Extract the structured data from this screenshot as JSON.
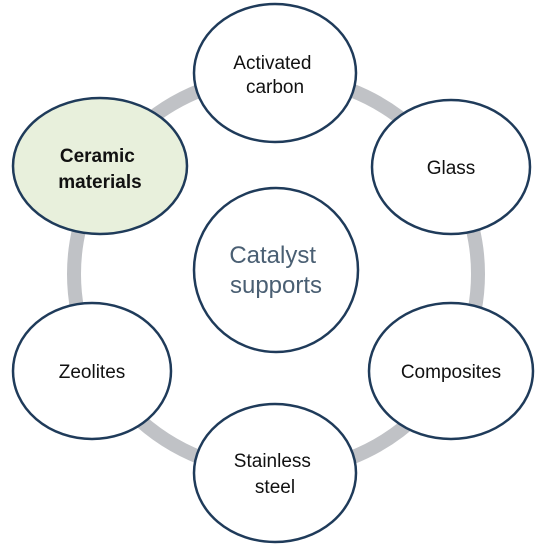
{
  "colors": {
    "ring": "#c0c2c6",
    "highlight_fill": "#e8f0dc",
    "outline": "#1f3b5a",
    "center_text": "#4a5f73"
  },
  "center": {
    "line1": "Catalyst",
    "line2": "supports"
  },
  "nodes": [
    {
      "id": "activated-carbon",
      "line1": "Activated",
      "line2": "carbon",
      "highlight": false
    },
    {
      "id": "glass",
      "line1": "Glass",
      "line2": "",
      "highlight": false
    },
    {
      "id": "composites",
      "line1": "Composites",
      "line2": "",
      "highlight": false
    },
    {
      "id": "stainless-steel",
      "line1": "Stainless",
      "line2": "steel",
      "highlight": false
    },
    {
      "id": "zeolites",
      "line1": "Zeolites",
      "line2": "",
      "highlight": false
    },
    {
      "id": "ceramic-materials",
      "line1": "Ceramic",
      "line2": "materials",
      "highlight": true
    }
  ]
}
